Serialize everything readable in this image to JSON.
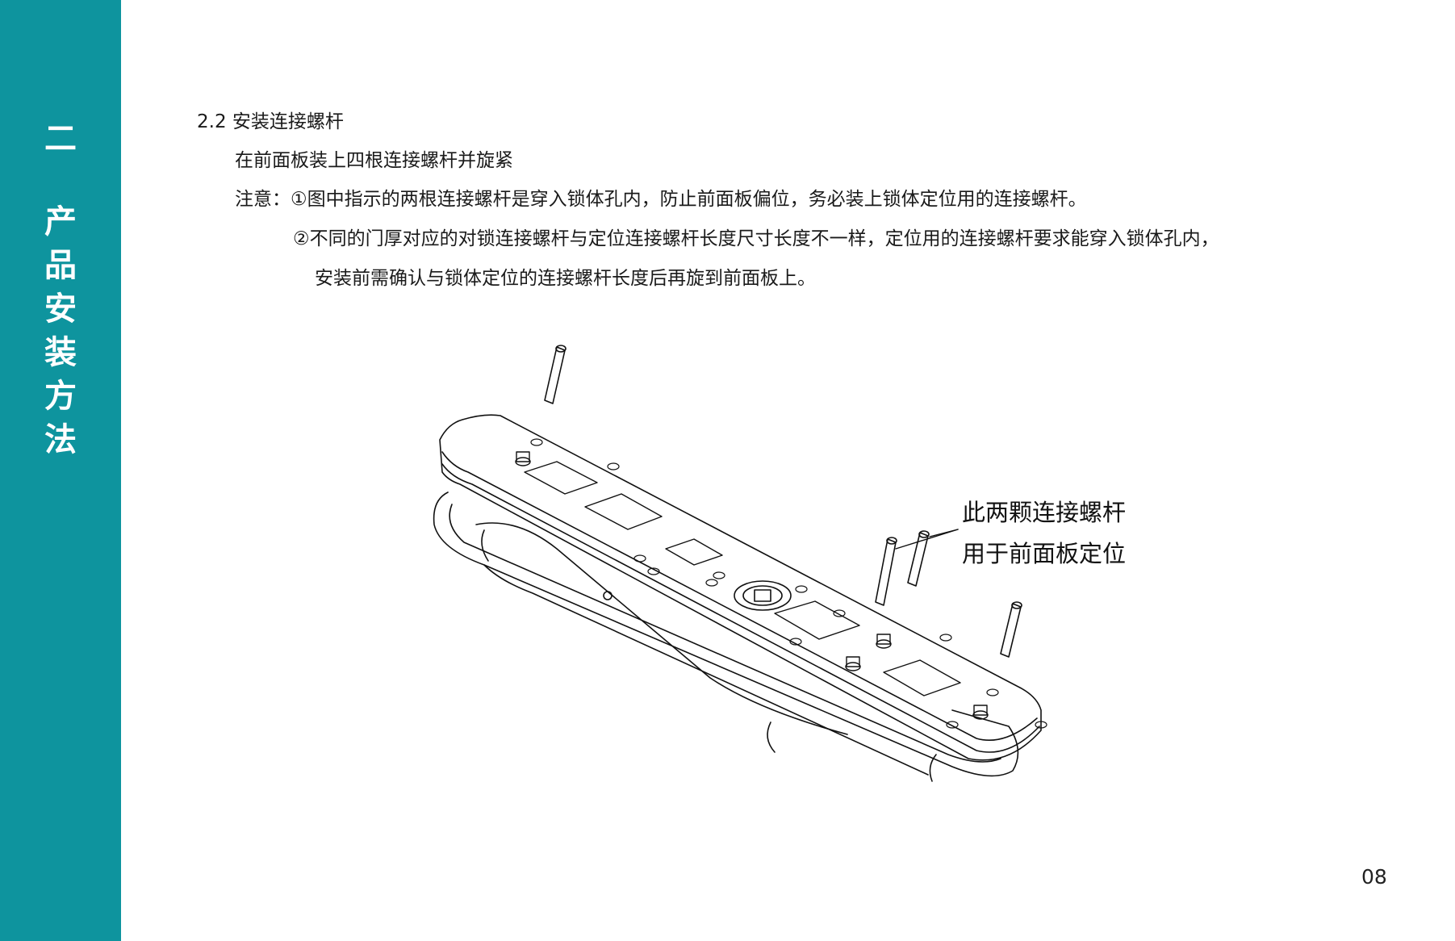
{
  "sidebar": {
    "chars": [
      "二",
      "产",
      "品",
      "安",
      "装",
      "方",
      "法"
    ]
  },
  "section": {
    "title": "2.2 安装连接螺杆",
    "intro": "在前面板装上四根连接螺杆并旋紧",
    "note_1": "注意：①图中指示的两根连接螺杆是穿入锁体孔内，防止前面板偏位，务必装上锁体定位用的连接螺杆。",
    "note_2": "②不同的门厚对应的对锁连接螺杆与定位连接螺杆长度尺寸长度不一样，定位用的连接螺杆要求能穿入锁体孔内，",
    "note_2_cont": "安装前需确认与锁体定位的连接螺杆长度后再旋到前面板上。"
  },
  "figure": {
    "callout_line_1": "此两颗连接螺杆",
    "callout_line_2": "用于前面板定位"
  },
  "page_number": "08",
  "colors": {
    "sidebar": "#0e949e",
    "text": "#1a1a1a"
  }
}
